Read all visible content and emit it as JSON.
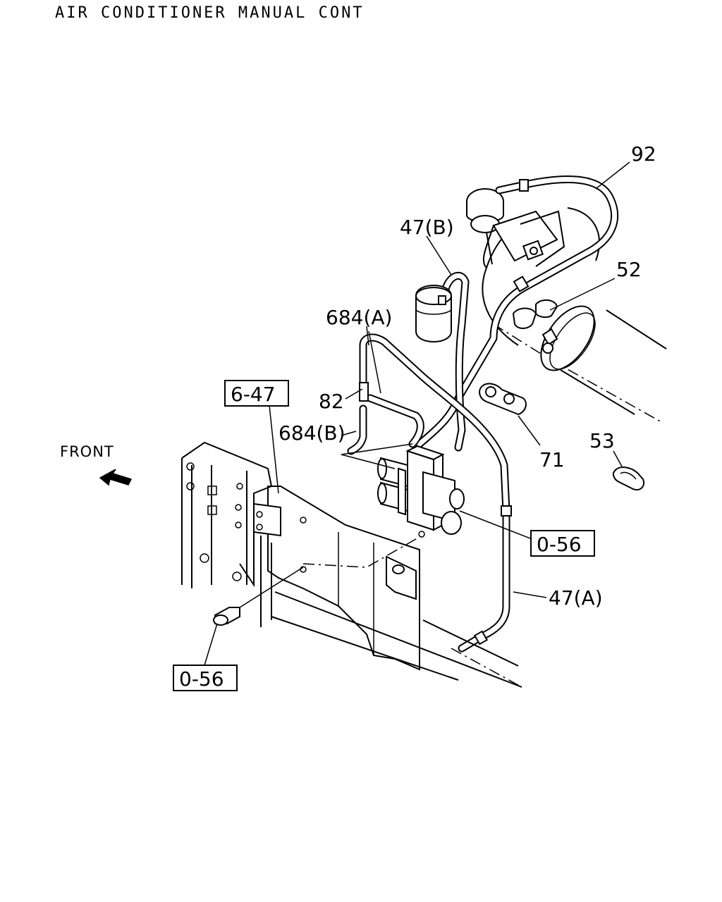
{
  "title": "AIR CONDITIONER MANUAL CONT",
  "front_label": "FRONT",
  "callouts": {
    "c92": "92",
    "c52": "52",
    "c47b": "47(B)",
    "c684a": "684(A)",
    "c82": "82",
    "c684b": "684(B)",
    "c71": "71",
    "c53": "53",
    "c647": "6-47",
    "c056_right": "0-56",
    "c47a": "47(A)",
    "c056_left": "0-56"
  }
}
